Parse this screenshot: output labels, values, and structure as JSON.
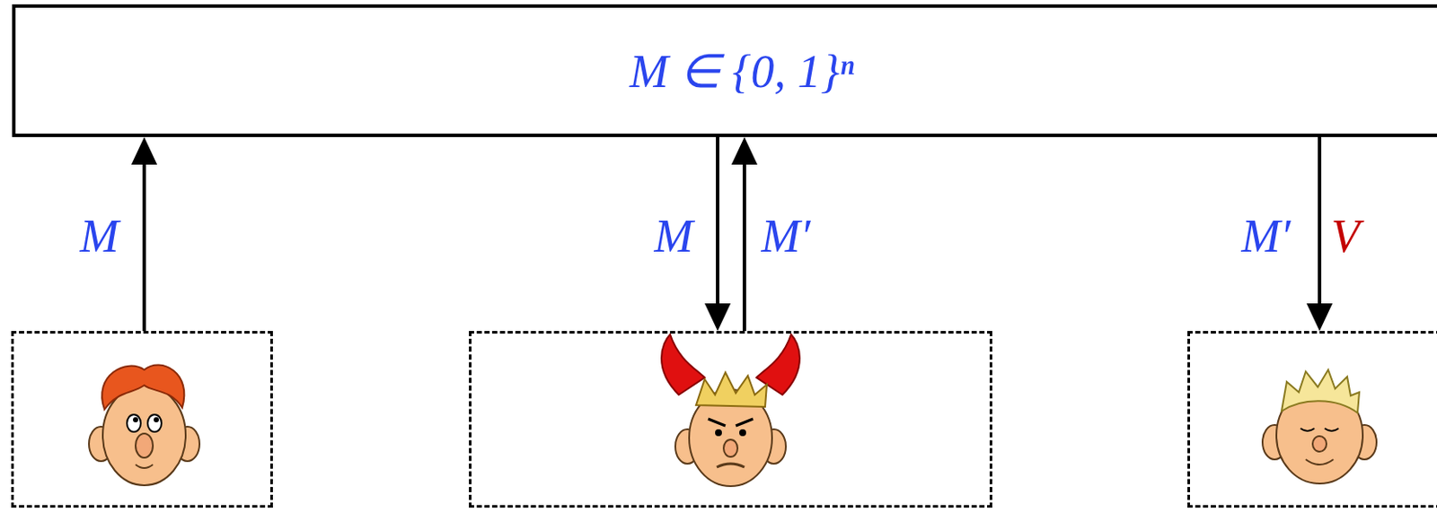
{
  "diagram": {
    "nodes": [
      {
        "text": [
          "M ∈ {0, 1}ⁿ"
        ]
      },
      {
        "text": []
      },
      {
        "text": []
      },
      {
        "text": []
      }
    ],
    "edges": [
      {
        "from": 1,
        "to": 0,
        "arrow": "to",
        "label": "M"
      },
      {
        "from": 0,
        "to": 2,
        "arrow": "to",
        "label": "M"
      },
      {
        "from": 2,
        "to": 0,
        "arrow": "to",
        "label": "M′"
      },
      {
        "from": 0,
        "to": 3,
        "arrow": "to",
        "label": "M′"
      }
    ],
    "labels": [
      "V"
    ]
  }
}
